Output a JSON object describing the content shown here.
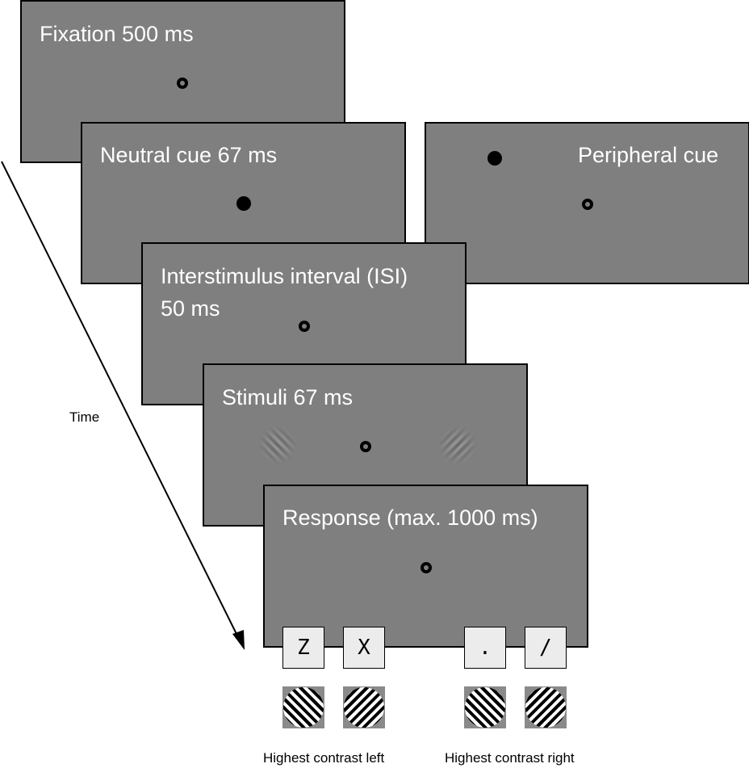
{
  "screens": {
    "fixation": {
      "label": "Fixation 500 ms"
    },
    "neutral_cue": {
      "label": "Neutral cue 67 ms"
    },
    "peripheral_cue": {
      "label": "Peripheral cue"
    },
    "isi": {
      "label": "Interstimulus interval (ISI)\n50 ms"
    },
    "stimuli": {
      "label": "Stimuli 67 ms"
    },
    "response": {
      "label": "Response (max. 1000 ms)"
    }
  },
  "time_label": "Time",
  "keys": [
    "Z",
    "X",
    ".",
    "/"
  ],
  "captions": {
    "left": "Highest contrast left",
    "right": "Highest contrast right"
  },
  "colors": {
    "screen_gray": "#7f7f7f",
    "key_fill": "#ececec"
  },
  "icons": [
    "fixation-point-icon",
    "cue-dot-icon",
    "gabor-patch-icon",
    "grating-icon",
    "time-arrow-icon"
  ]
}
